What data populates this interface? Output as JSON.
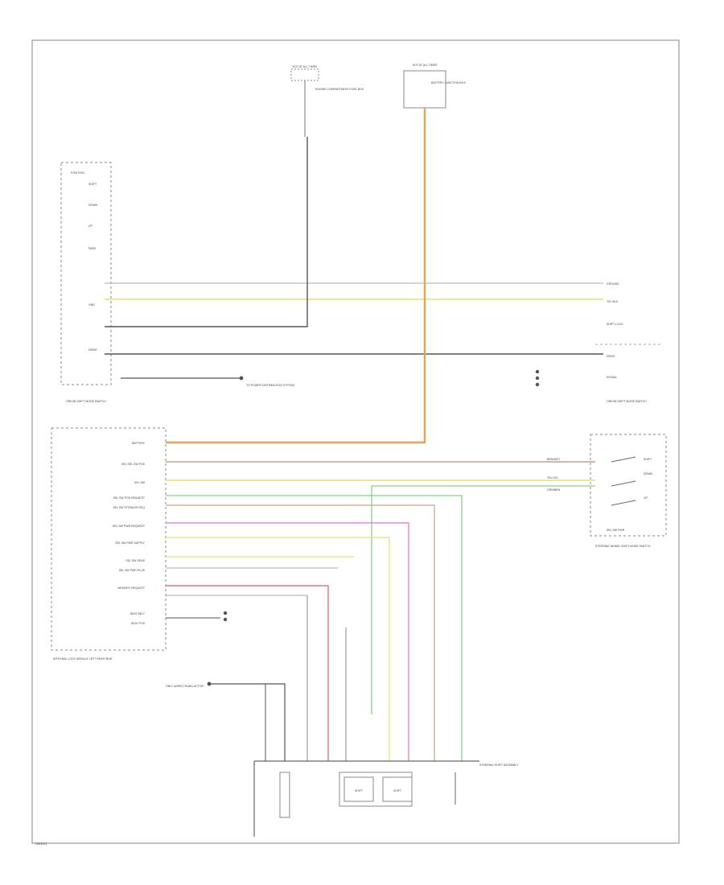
{
  "title": "",
  "components": {
    "hot_fuse_left_label": "HOT AT ALL TIMES",
    "hot_fuse_right_label": "HOT AT ALL TIMES",
    "fuse_left_desc": "ENGINE COMPARTMENT FUSE BOX",
    "fuse_right_desc": "BATTERY JUNCTION BOX",
    "switch_top_label": "POSITION",
    "switch_name": "ORIGIN SHIFT MODE SWITCH",
    "module_name": "INTEGRAL LOCK MODULE LEFT REAR SEAT",
    "right_box_name": "STEERING WHEEL SHIFT MODE SWITCH",
    "right_mid_label": "ORIGIN SHIFT MODE SWITCH",
    "ground_left_label": "ONLY WHEN TRANS-ACTIVE",
    "shift_assembly": "STEERING SHIFT ASSEMBLY",
    "to_power_text": "TO POWER DISTRIBUTION SYSTEM",
    "page_ref": "G00014"
  },
  "switch_pins": [
    "SHIFT",
    "DOWN",
    "UP",
    "PARK",
    "GND",
    "DRIVE"
  ],
  "module_pins": [
    "BATTERY",
    "SEL SEL SW POS",
    "SEL SW",
    "SEL SW POS REQUEST",
    "SEL SW STORAGE REQ",
    "SEL SW PWR REQUEST",
    "SEL SW PWR SUPPLY",
    "SEL SW SENS",
    "SEL SW PWR PLUS",
    "MEMORY REQUEST",
    "SEAT BELT",
    "SEAT POS"
  ],
  "right_box_pins": [
    "SHIFT",
    "DOWN",
    "UP",
    "SEL SW PWR"
  ],
  "right_wire_labels": [
    "BRN/WHT",
    "YEL/VIO",
    "GRN/BRN"
  ],
  "right_group_labels": [
    "GROUND",
    "YEL BLK",
    "SHIFT LOCK",
    "DRIVE",
    "SIGNAL"
  ],
  "bottom_boxes": [
    "SHIFT",
    "SHIFT"
  ],
  "wire_colors": {
    "orange": "#f0a050",
    "yellow": "#e8e070",
    "green": "#7ed37e",
    "magenta": "#e070e0",
    "red": "#d06070",
    "brown": "#c8a080",
    "black": "#555555"
  }
}
